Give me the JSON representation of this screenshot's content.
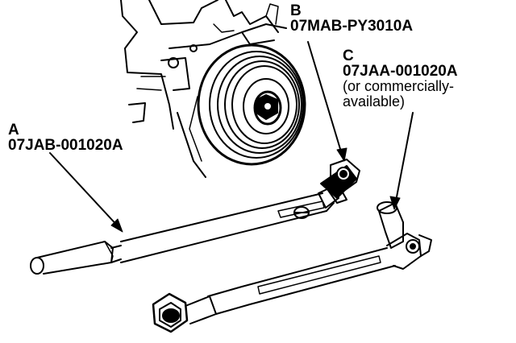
{
  "callouts": {
    "a": {
      "letter": "A",
      "part_number": "07JAB-001020A"
    },
    "b": {
      "letter": "B",
      "part_number": "07MAB-PY3010A"
    },
    "c": {
      "letter": "C",
      "part_number": "07JAA-001020A",
      "note_line1": "(or commercially-",
      "note_line2": "available)"
    }
  },
  "colors": {
    "ink": "#000000",
    "paper": "#ffffff"
  }
}
